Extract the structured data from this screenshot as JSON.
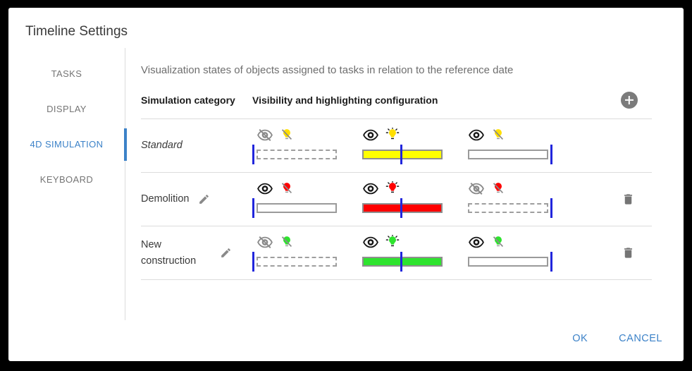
{
  "dialog": {
    "title": "Timeline Settings"
  },
  "colors": {
    "accent": "#3c82c8",
    "reference_line": "#2126dc",
    "divider": "#dcdcdc",
    "icon_gray": "#8a8a8a"
  },
  "sidebar": {
    "items": [
      {
        "label": "TASKS",
        "selected": false
      },
      {
        "label": "DISPLAY",
        "selected": false
      },
      {
        "label": "4D SIMULATION",
        "selected": true
      },
      {
        "label": "KEYBOARD",
        "selected": false
      }
    ]
  },
  "main": {
    "description": "Visualization states of objects assigned to tasks in relation to the reference date",
    "table": {
      "category_header": "Simulation category",
      "config_header": "Visibility and highlighting configuration",
      "rows": [
        {
          "category": "Standard",
          "italic": true,
          "editable": false,
          "deletable": false,
          "bulb_color": "#ffdf00",
          "bar_color": "#ffff00",
          "states": [
            {
              "phase": "before",
              "visible": false,
              "highlight": false,
              "bar": "dashed",
              "line": "left"
            },
            {
              "phase": "during",
              "visible": true,
              "highlight": true,
              "bar": "filled",
              "line": "middle"
            },
            {
              "phase": "after",
              "visible": true,
              "highlight": false,
              "bar": "outline",
              "line": "right"
            }
          ]
        },
        {
          "category": "Demolition",
          "italic": false,
          "editable": true,
          "deletable": true,
          "bulb_color": "#ff0000",
          "bar_color": "#ff0000",
          "states": [
            {
              "phase": "before",
              "visible": true,
              "highlight": false,
              "bar": "outline",
              "line": "left"
            },
            {
              "phase": "during",
              "visible": true,
              "highlight": true,
              "bar": "filled",
              "line": "middle"
            },
            {
              "phase": "after",
              "visible": false,
              "highlight": false,
              "bar": "dashed",
              "line": "right"
            }
          ]
        },
        {
          "category": "New construction",
          "italic": false,
          "editable": true,
          "deletable": true,
          "bulb_color": "#2ee32e",
          "bar_color": "#2ee32e",
          "states": [
            {
              "phase": "before",
              "visible": false,
              "highlight": false,
              "bar": "dashed",
              "line": "left"
            },
            {
              "phase": "during",
              "visible": true,
              "highlight": true,
              "bar": "filled",
              "line": "middle"
            },
            {
              "phase": "after",
              "visible": true,
              "highlight": false,
              "bar": "outline",
              "line": "right"
            }
          ]
        }
      ]
    }
  },
  "footer": {
    "ok_label": "OK",
    "cancel_label": "CANCEL"
  }
}
